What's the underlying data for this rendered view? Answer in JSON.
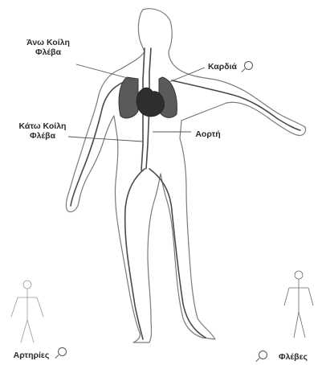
{
  "labels": {
    "superior_vena_cava": "Άνω Κοίλη\nΦλέβα",
    "heart": "Καρδιά",
    "inferior_vena_cava": "Κάτω Κοίλη\nΦλέβα",
    "aorta": "Αορτή",
    "arteries": "Αρτηρίες",
    "veins": "Φλέβες"
  },
  "colors": {
    "outline": "#6a6a6a",
    "vessel": "#4a4a4a",
    "heart": "#2e2e2e"
  }
}
